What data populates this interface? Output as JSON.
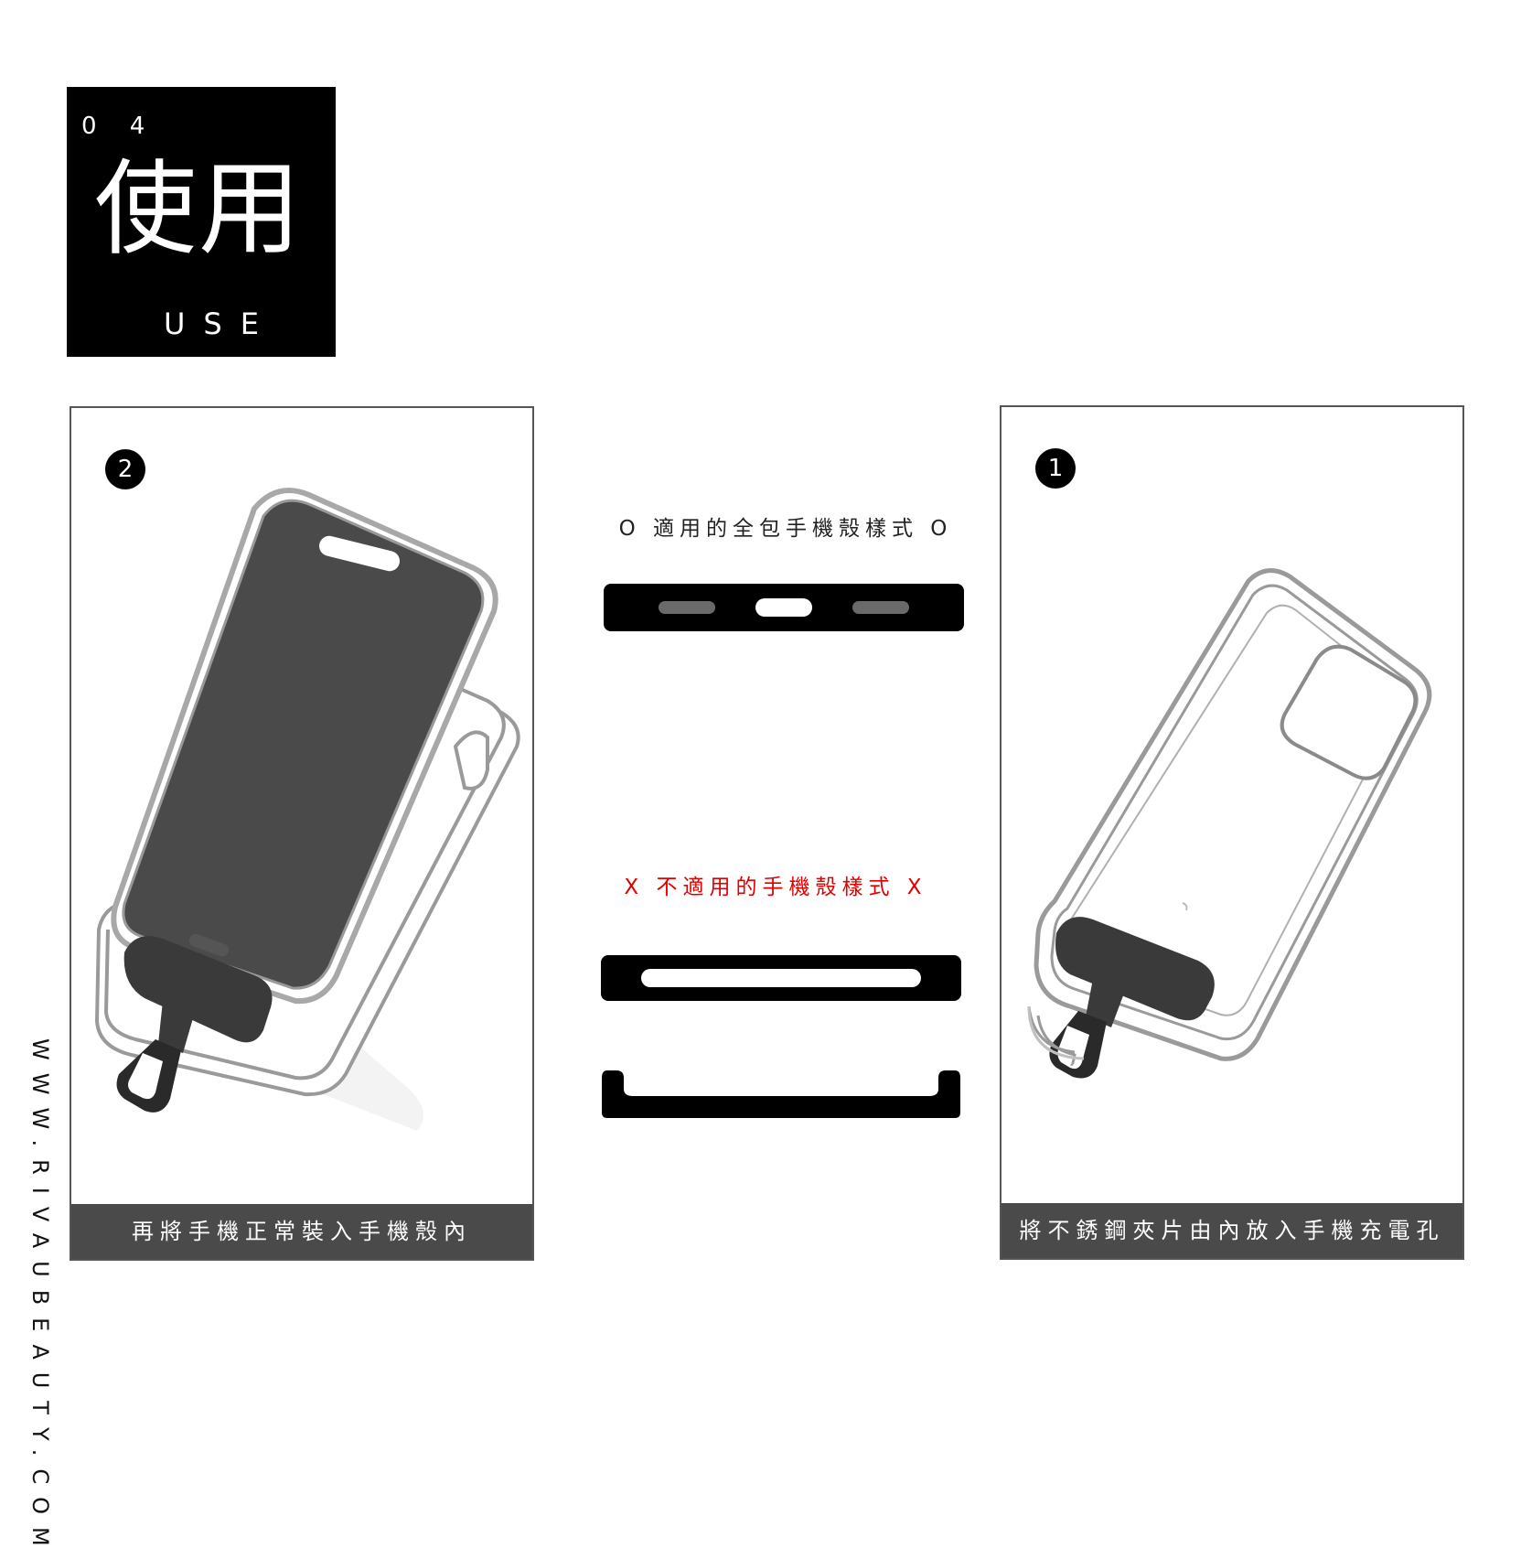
{
  "header": {
    "number": "0 4",
    "title": "使用",
    "subtitle": "USE"
  },
  "website": "WWW.RIVAUBEAUTY.COM",
  "left_panel": {
    "step_number": "2",
    "caption": "再將手機正常裝入手機殼內"
  },
  "right_panel": {
    "step_number": "1",
    "caption": "將不銹鋼夾片由內放入手機充電孔"
  },
  "middle": {
    "suitable_label": "O 適用的全包手機殼樣式 O",
    "unsuitable_label": "X 不適用的手機殼樣式 X"
  },
  "colors": {
    "black": "#000000",
    "dark_gray": "#4a4a4a",
    "accent_red": "#e00000",
    "case_gray": "#9a9a9a"
  }
}
